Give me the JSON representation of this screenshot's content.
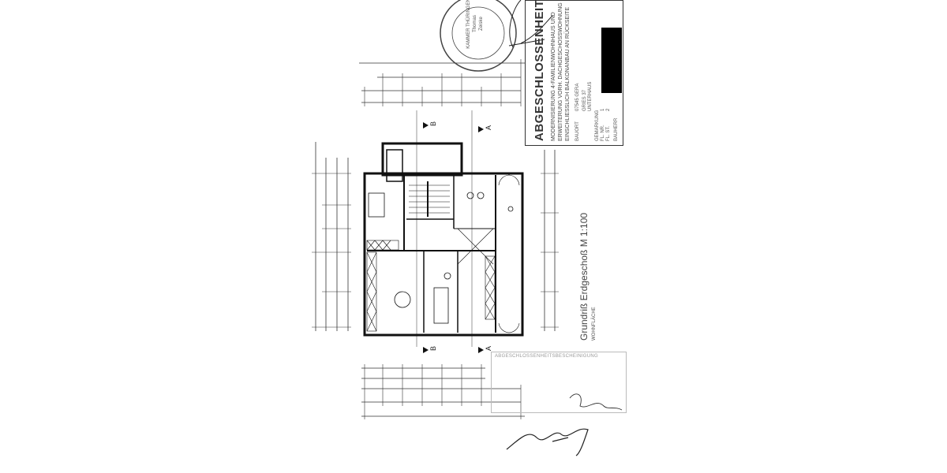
{
  "title_block": {
    "heading": "ABGESCHLOSSENHEIT",
    "description_lines": [
      "MODERNISIERUNG 4-FAMILIENWOHNHAUS UND",
      "ERWEITERUNG VORH. DACHGESCHOSSWOHNUNG",
      "EINSCHLIESSLICH BALKONANBAU AN RÜCKSEITE"
    ],
    "rows": [
      {
        "label": "BAUORT",
        "value": "07545 GERA"
      },
      {
        "label": "",
        "value": "GRIES 37"
      },
      {
        "label": "",
        "value": "UNTERHAUS"
      },
      {
        "label": "GEMARKUNG",
        "value": ""
      },
      {
        "label": "FL. NR.",
        "value": "1"
      },
      {
        "label": "FL. ST.",
        "value": "2"
      },
      {
        "label": "BAUHERR",
        "value": ""
      }
    ]
  },
  "plan": {
    "title": "Grundriß Erdgeschoß M 1:100",
    "subtitle": "WOHNFLÄCHE",
    "section_markers": [
      "B",
      "A",
      "B",
      "A"
    ]
  },
  "stamp": {
    "ring_text": "KAMMER THÜRINGEN",
    "inner_text": [
      "Thomas",
      "Zeiske"
    ]
  },
  "approval_stamp": {
    "text": "ABGESCHLOSSENHEITSBESCHEINIGUNG"
  },
  "colors": {
    "ink": "#222222",
    "paper": "#ffffff",
    "redaction": "#000000"
  }
}
